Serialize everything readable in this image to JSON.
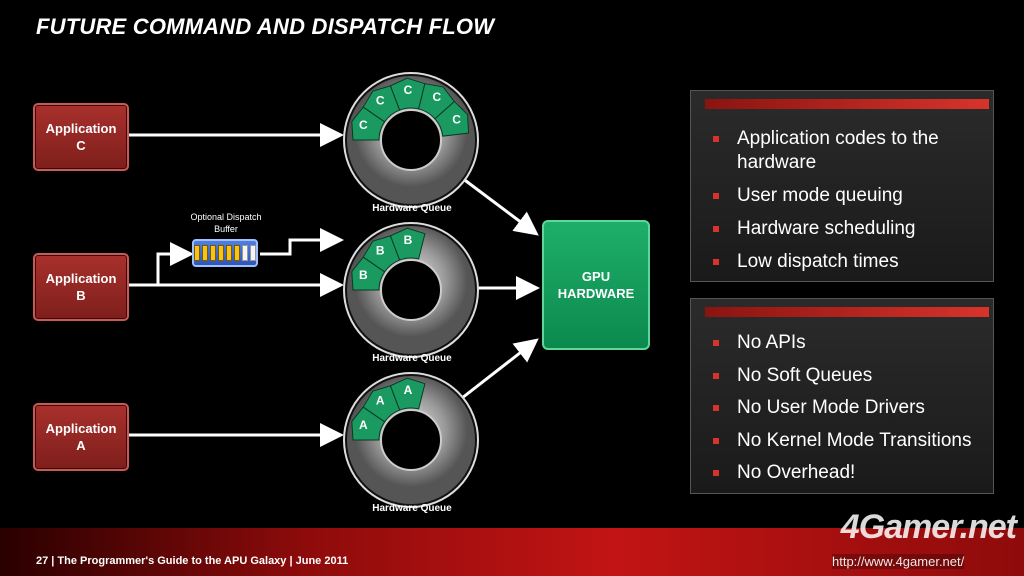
{
  "title": "FUTURE COMMAND AND DISPATCH FLOW",
  "applications": [
    {
      "line1": "Application",
      "line2": "C"
    },
    {
      "line1": "Application",
      "line2": "B"
    },
    {
      "line1": "Application",
      "line2": "A"
    }
  ],
  "optional_buffer": {
    "line1": "Optional Dispatch",
    "line2": "Buffer"
  },
  "queue_label": "Hardware Queue",
  "queues": [
    {
      "letters": [
        "C",
        "C",
        "C",
        "C",
        "C"
      ]
    },
    {
      "letters": [
        "B",
        "B",
        "B"
      ]
    },
    {
      "letters": [
        "A",
        "A",
        "A"
      ]
    }
  ],
  "gpu": {
    "line1": "GPU",
    "line2": "HARDWARE"
  },
  "panel_top": [
    "Application codes to the hardware",
    "User mode queuing",
    "Hardware scheduling",
    "Low dispatch times"
  ],
  "panel_bottom": [
    "No APIs",
    "No Soft Queues",
    "No User Mode Drivers",
    "No Kernel Mode Transitions",
    "No Overhead!"
  ],
  "footer": "27  |  The Programmer's Guide to the APU Galaxy  |  June 2011",
  "watermark": {
    "brand": "4Gamer.net",
    "url": "http://www.4gamer.net/"
  },
  "colors": {
    "app": "#a8302c",
    "gpu": "#12a05c",
    "segment": "#1a9a60",
    "accent": "#d8332b"
  }
}
